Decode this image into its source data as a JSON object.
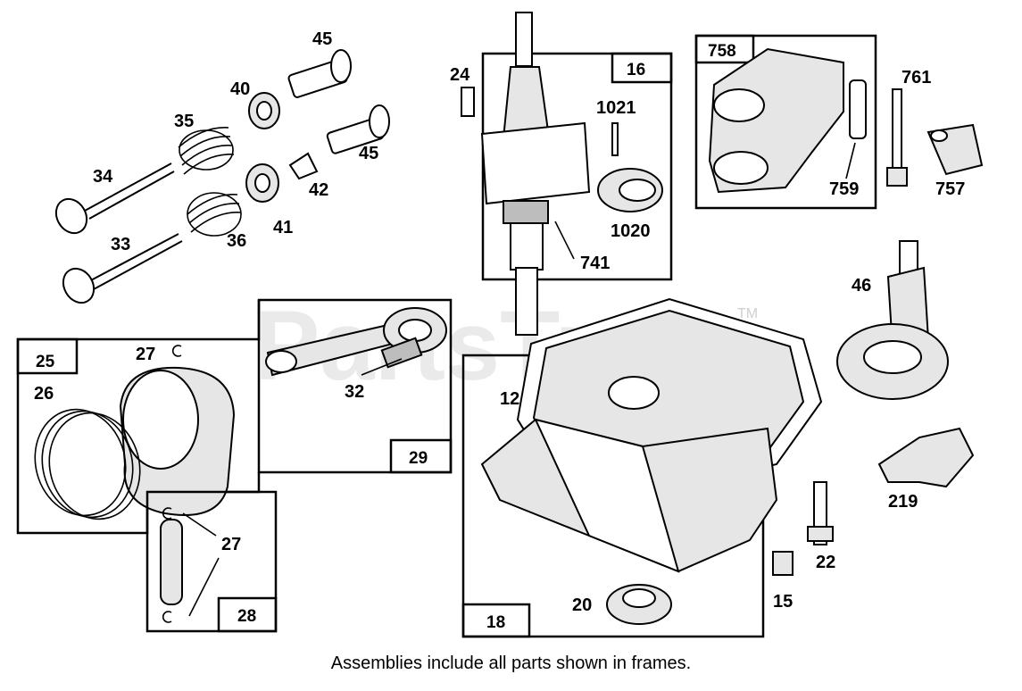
{
  "watermark": {
    "text": "PartsTree",
    "trademark": "TM"
  },
  "caption": "Assemblies include all parts shown in frames.",
  "frames": [
    {
      "id": "16",
      "label": "16"
    },
    {
      "id": "758",
      "label": "758"
    },
    {
      "id": "25",
      "label": "25"
    },
    {
      "id": "29",
      "label": "29"
    },
    {
      "id": "28",
      "label": "28"
    },
    {
      "id": "18",
      "label": "18"
    }
  ],
  "parts": {
    "p45a": "45",
    "p40": "40",
    "p35": "35",
    "p45b": "45",
    "p34": "34",
    "p42": "42",
    "p33": "33",
    "p36": "36",
    "p41": "41",
    "p24": "24",
    "p1021": "1021",
    "p1020": "1020",
    "p741": "741",
    "p761": "761",
    "p759": "759",
    "p757": "757",
    "p46": "46",
    "p27a": "27",
    "p26": "26",
    "p32": "32",
    "p12": "12",
    "p27b": "27",
    "p20": "20",
    "p15": "15",
    "p22": "22",
    "p219": "219"
  }
}
